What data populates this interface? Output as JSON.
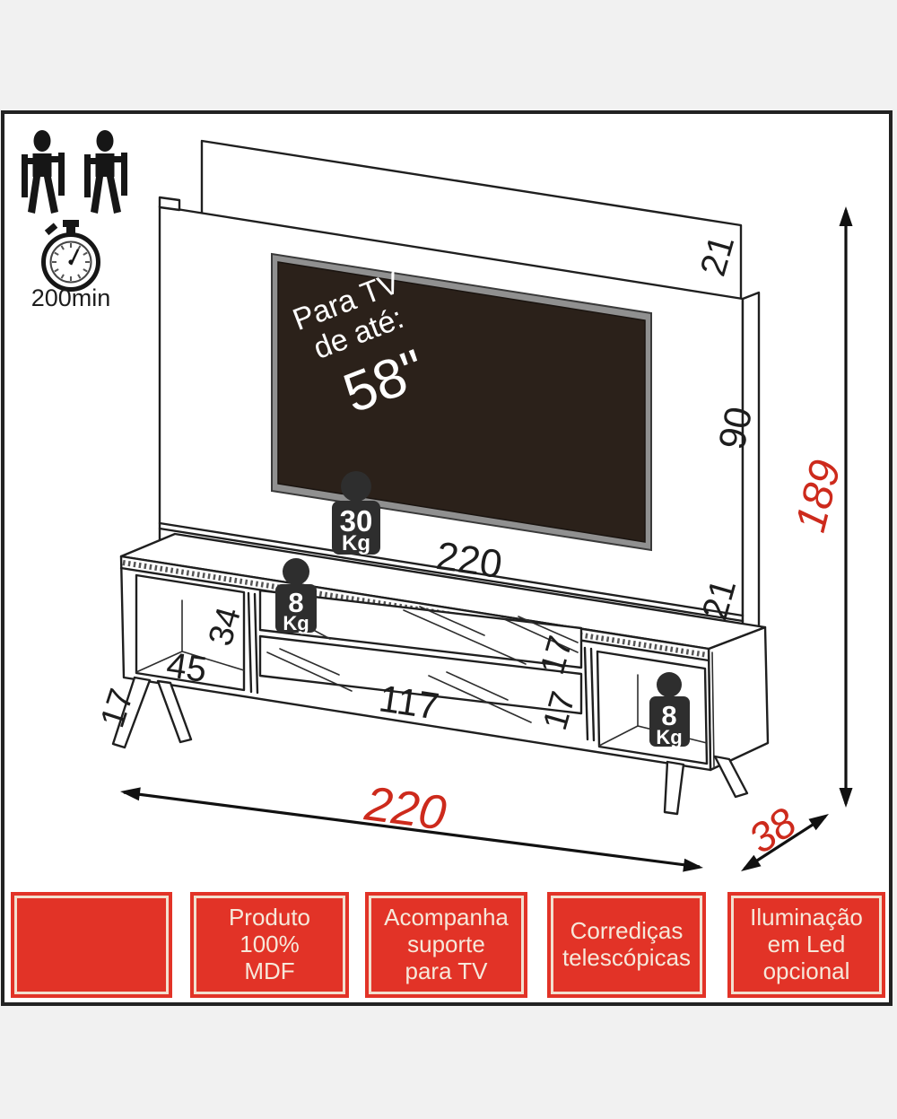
{
  "assembly": {
    "people_required": "2",
    "time": "200min"
  },
  "tv_label": {
    "line1": "Para TV",
    "line2": "de até:",
    "size": "58\""
  },
  "weight_capacity": {
    "panel_shelf": {
      "value": "30",
      "unit": "Kg"
    },
    "stand_top": {
      "value": "8",
      "unit": "Kg"
    },
    "compartment": {
      "value": "8",
      "unit": "Kg"
    }
  },
  "dimensions_cm": {
    "panel_top_board": "21",
    "panel_mid_height": "90",
    "panel_bottom_board": "21",
    "total_height": "189",
    "panel_width": "220",
    "left_niche_height": "34",
    "left_niche_width": "45",
    "side_depth": "17",
    "drawer_width": "117",
    "upper_drawer_height": "17",
    "lower_drawer_height": "17",
    "total_width": "220",
    "depth": "38"
  },
  "feature_badges": [
    {
      "label": ""
    },
    {
      "label": "Produto\n100%\nMDF"
    },
    {
      "label": "Acompanha\nsuporte\npara TV"
    },
    {
      "label": "Corrediças\ntelescópicas"
    },
    {
      "label": "Iluminação\nem Led\nopcional"
    }
  ],
  "colors": {
    "badge_red": "#e23327",
    "badge_cream": "#f2e0cf",
    "dimension_red": "#cd2a1c",
    "line_black": "#1f1f1f",
    "tv_screen": "#2b211a",
    "background": "#f1f1f1"
  }
}
